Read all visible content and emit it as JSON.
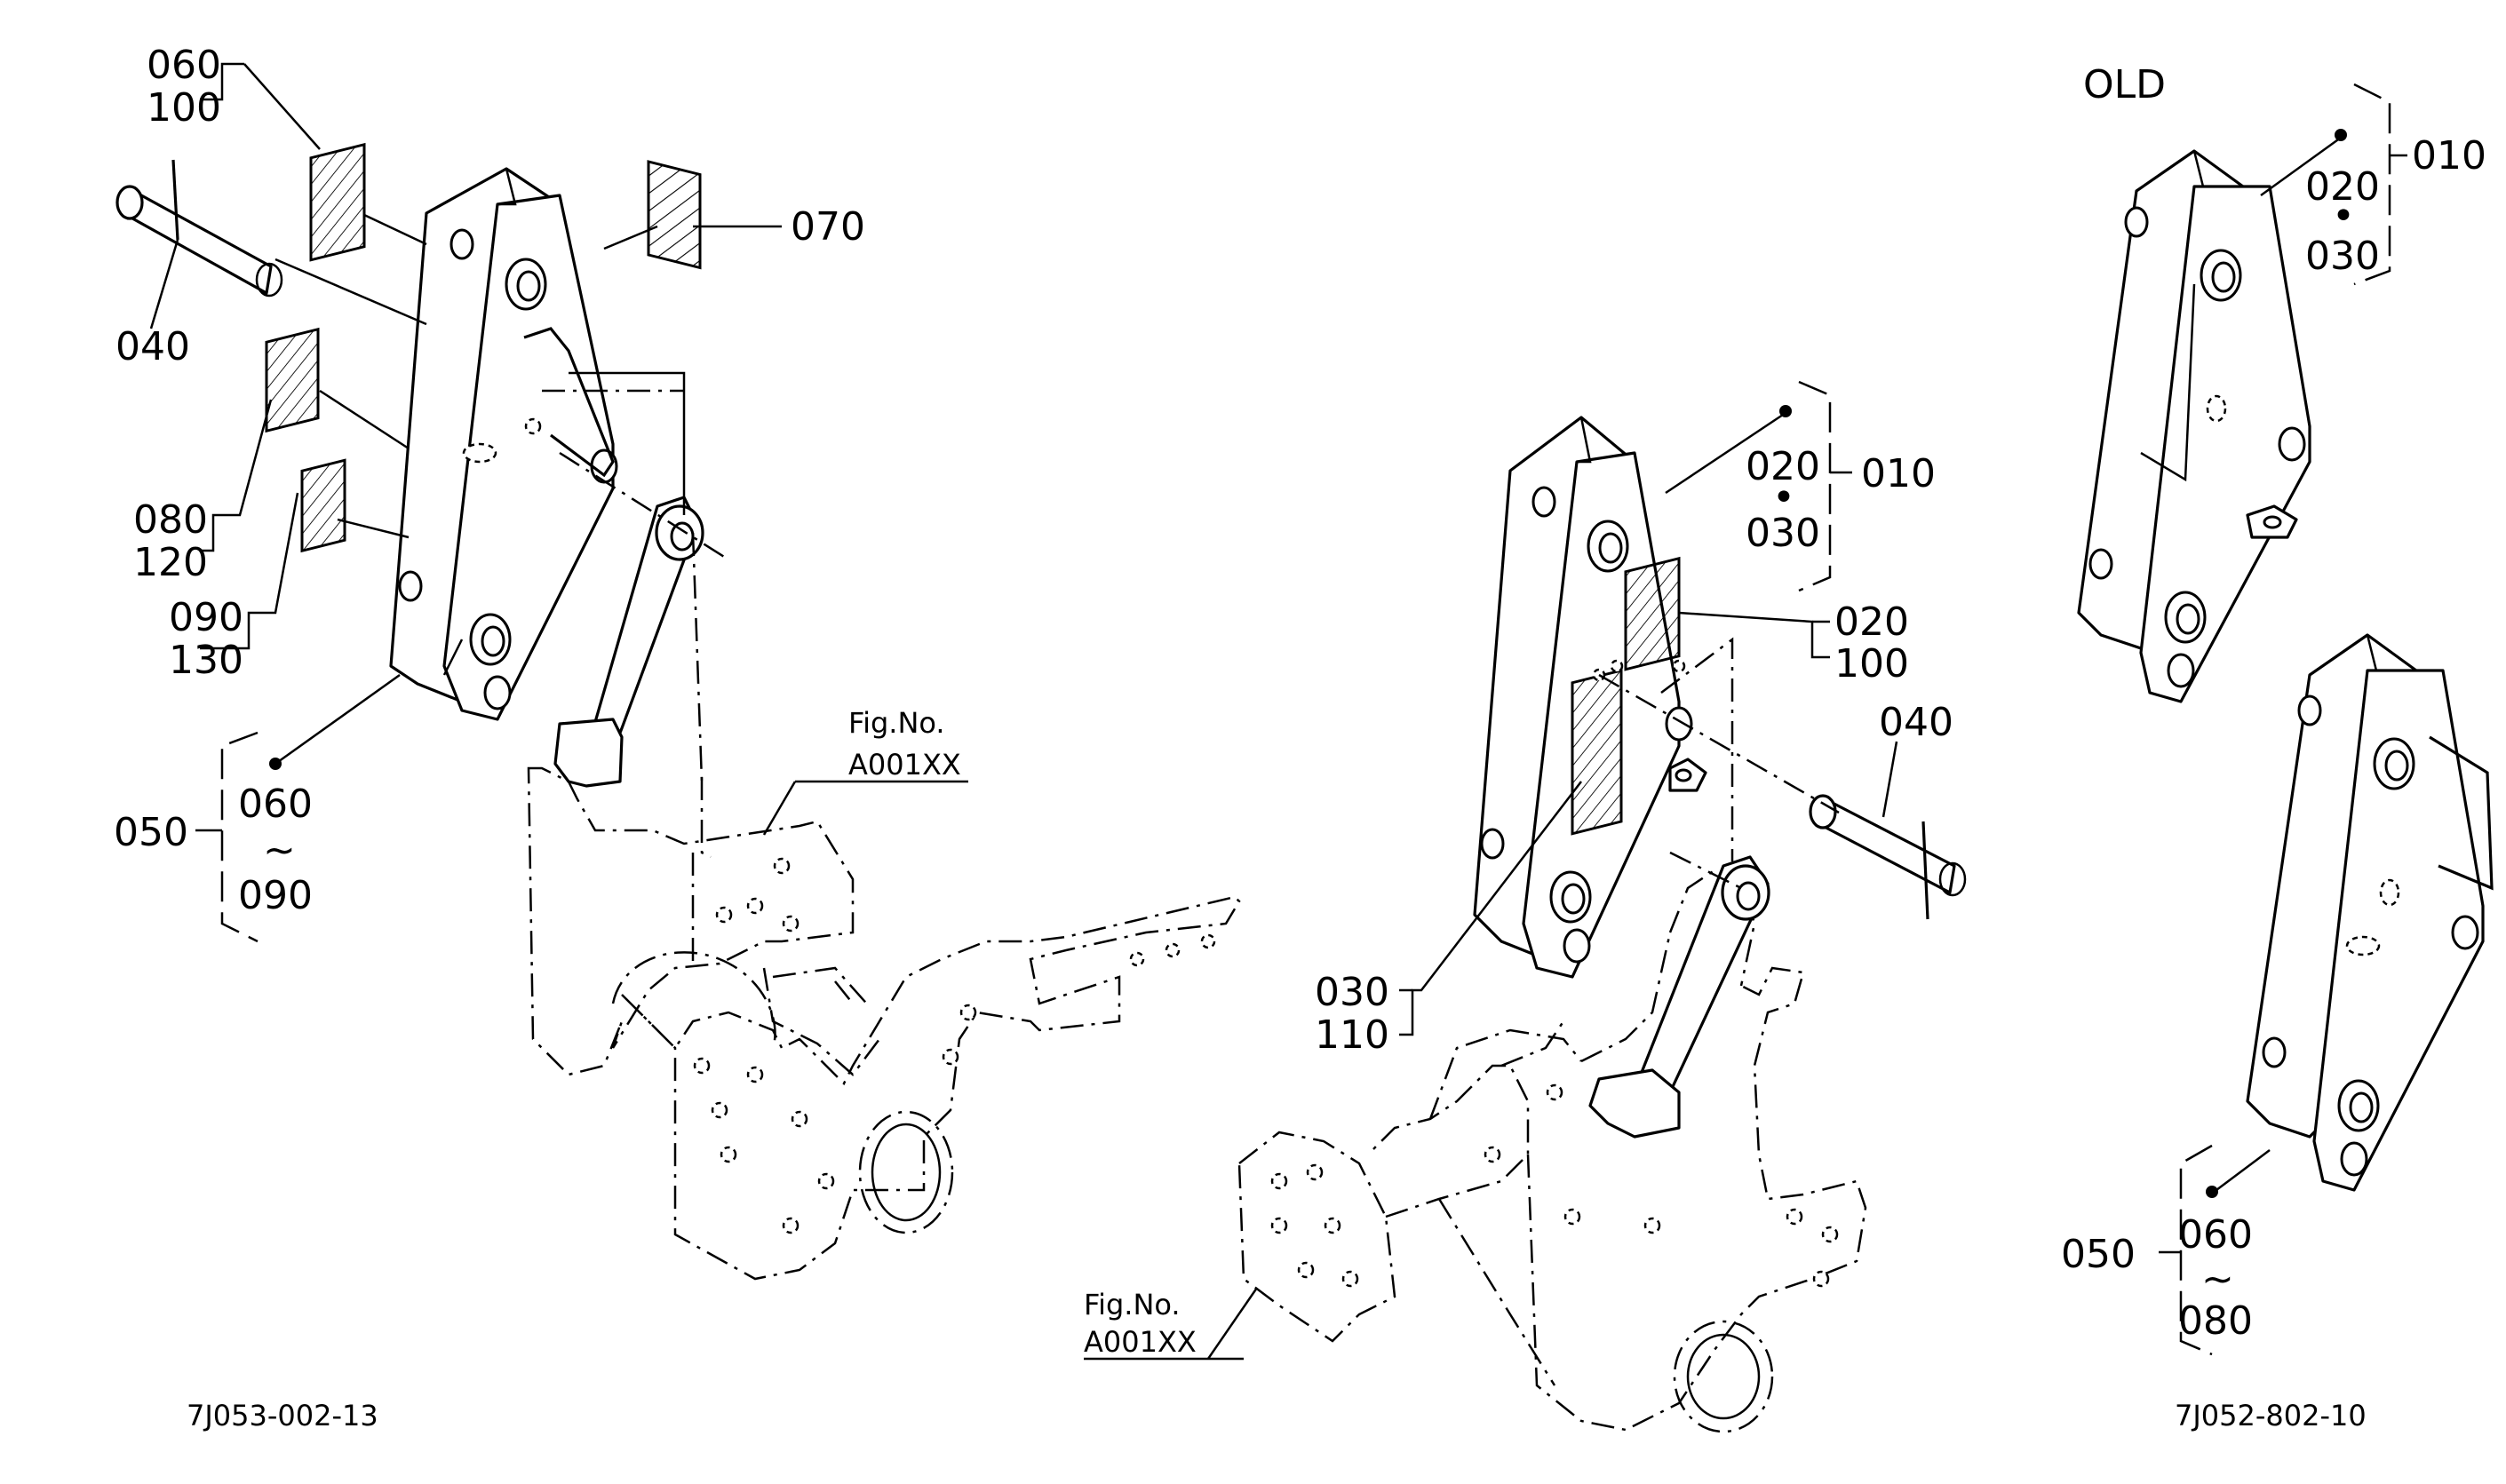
{
  "diagram_codes": {
    "left": "7J053-002-13",
    "right": "7J052-802-10"
  },
  "old_label": "OLD",
  "fig_refs": [
    {
      "top": "Fig.No.",
      "bottom": "A001XX"
    },
    {
      "top": "Fig.No.",
      "bottom": "A001XX"
    }
  ],
  "left_assembly": {
    "pair_060_100": [
      "060",
      "100"
    ],
    "part_070": "070",
    "part_040": "040",
    "pair_080_120": [
      "080",
      "120"
    ],
    "pair_090_130": [
      "090",
      "130"
    ],
    "group_050": {
      "id": "050",
      "range_start": "060",
      "tilde": "~",
      "range_end": "090"
    }
  },
  "middle_assembly": {
    "group_010": {
      "id": "010",
      "top": "020",
      "dot": "•",
      "bottom": "030"
    },
    "pair_020_100": [
      "020",
      "100"
    ],
    "part_040": "040",
    "pair_030_110": [
      "030",
      "110"
    ]
  },
  "right_assembly": {
    "group_010": {
      "id": "010",
      "top": "020",
      "dot": "•",
      "bottom": "030"
    },
    "group_050": {
      "id": "050",
      "range_start": "060",
      "tilde": "~",
      "range_end": "080"
    }
  }
}
